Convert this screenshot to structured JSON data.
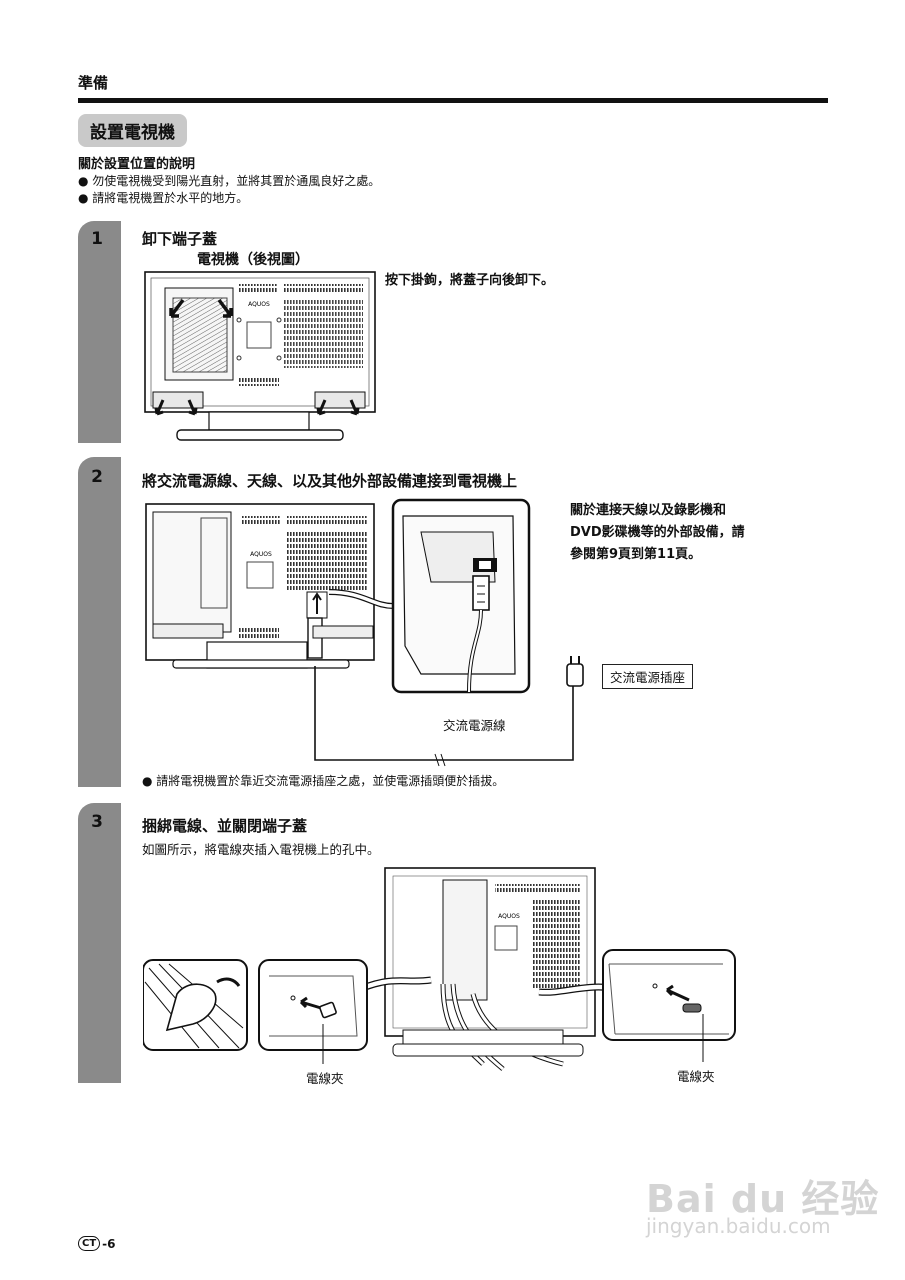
{
  "header": {
    "section": "準備"
  },
  "title": "設置電視機",
  "placement": {
    "heading": "關於設置位置的說明",
    "bullets": [
      "勿使電視機受到陽光直射，並將其置於通風良好之處。",
      "請將電視機置於水平的地方。"
    ]
  },
  "steps": [
    {
      "number": "1",
      "title": "卸下端子蓋",
      "view_label": "電視機（後視圖）",
      "note": "按下掛鉤，將蓋子向後卸下。"
    },
    {
      "number": "2",
      "title": "將交流電源線、天線、以及其他外部設備連接到電視機上",
      "note_lines": [
        "關於連接天線以及錄影機和",
        "DVD影碟機等的外部設備，請",
        "參閱第9頁到第11頁。"
      ],
      "socket_label": "交流電源插座",
      "cord_label": "交流電源線",
      "bullet": "請將電視機置於靠近交流電源插座之處，並使電源插頭便於插拔。"
    },
    {
      "number": "3",
      "title": "捆綁電線、並關閉端子蓋",
      "description": "如圖所示，將電線夾插入電視機上的孔中。",
      "clip_label_left": "電線夾",
      "clip_label_right": "電線夾"
    }
  ],
  "brand_on_tv": "AQUOS",
  "footer": {
    "region_code": "CT",
    "page": "-6"
  },
  "watermark": {
    "main": "Bai du 经验",
    "sub": "jingyan.baidu.com"
  }
}
